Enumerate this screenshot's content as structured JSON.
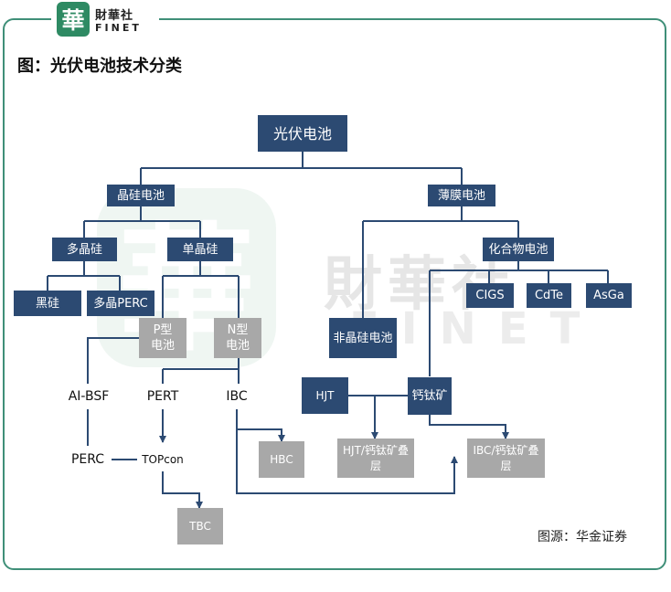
{
  "brand": {
    "mark": "華",
    "name_cn": "財華社",
    "name_en": "FINET"
  },
  "title": "图：光伏电池技术分类",
  "watermark": {
    "seal": "華",
    "text_cn": "財華社",
    "text_en": "FINET"
  },
  "nodes": {
    "root": "光伏电池",
    "crystal": "晶硅电池",
    "thinfilm": "薄膜电池",
    "multi": "多晶硅",
    "mono": "单晶硅",
    "compound": "化合物电池",
    "black_si": "黑硅",
    "multi_perc": "多晶PERC",
    "cigs": "CIGS",
    "cdte": "CdTe",
    "asga": "AsGa",
    "p_type": "P型电池",
    "n_type": "N型电池",
    "amorphous": "非晶硅电池",
    "albsf": "AI-BSF",
    "pert": "PERT",
    "ibc": "IBC",
    "hjt": "HJT",
    "perovskite": "钙钛矿",
    "perc": "PERC",
    "topcon": "TOPcon",
    "hbc": "HBC",
    "hjt_perovskite": "HJT/钙钛矿叠层",
    "ibc_perovskite": "IBC/钙钛矿叠层",
    "tbc": "TBC"
  },
  "source": "图源：华金证券",
  "colors": {
    "node_dark": "#2c4a72",
    "node_gray": "#a8a8a8",
    "line": "#2c4a72",
    "frame": "#3f8f78"
  }
}
